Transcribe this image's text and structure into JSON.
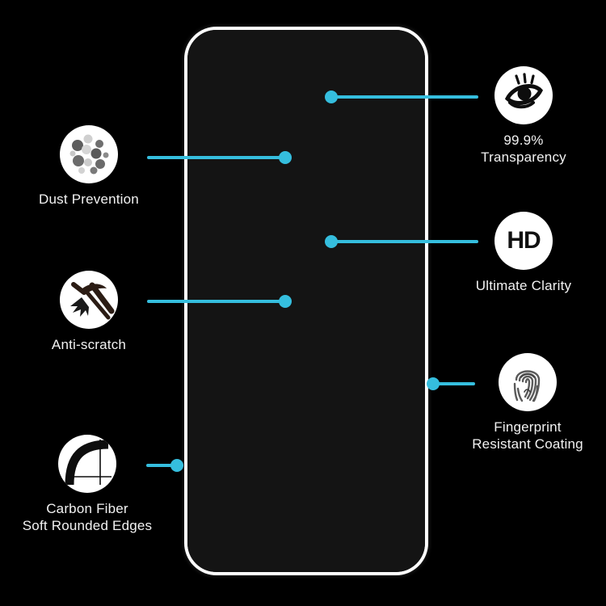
{
  "product": {
    "type": "tempered-glass-screen-protector-infographic",
    "background_color": "#000000",
    "accent_color": "#35bede",
    "phone_outline_color": "#ffffff",
    "icon_circle_color": "#ffffff",
    "text_color": "#f2f2f2"
  },
  "device": {
    "name": "phone-outline",
    "shape": "rounded-rectangle"
  },
  "features": [
    {
      "id": "transparency",
      "icon": "eye-icon",
      "label": "99.9%\nTransparency",
      "value": "99.9%",
      "side": "right"
    },
    {
      "id": "clarity",
      "icon": "hd-icon",
      "icon_text": "HD",
      "label": "Ultimate Clarity",
      "side": "right"
    },
    {
      "id": "fingerprint",
      "icon": "fingerprint-icon",
      "label": "Fingerprint\nResistant Coating",
      "side": "right"
    },
    {
      "id": "dust",
      "icon": "dust-particles-icon",
      "label": "Dust Prevention",
      "side": "left"
    },
    {
      "id": "scratch",
      "icon": "pickaxe-impact-icon",
      "label": "Anti-scratch",
      "side": "left"
    },
    {
      "id": "edges",
      "icon": "rounded-corner-arc-icon",
      "label": "Carbon Fiber\nSoft Rounded Edges",
      "side": "left"
    }
  ]
}
